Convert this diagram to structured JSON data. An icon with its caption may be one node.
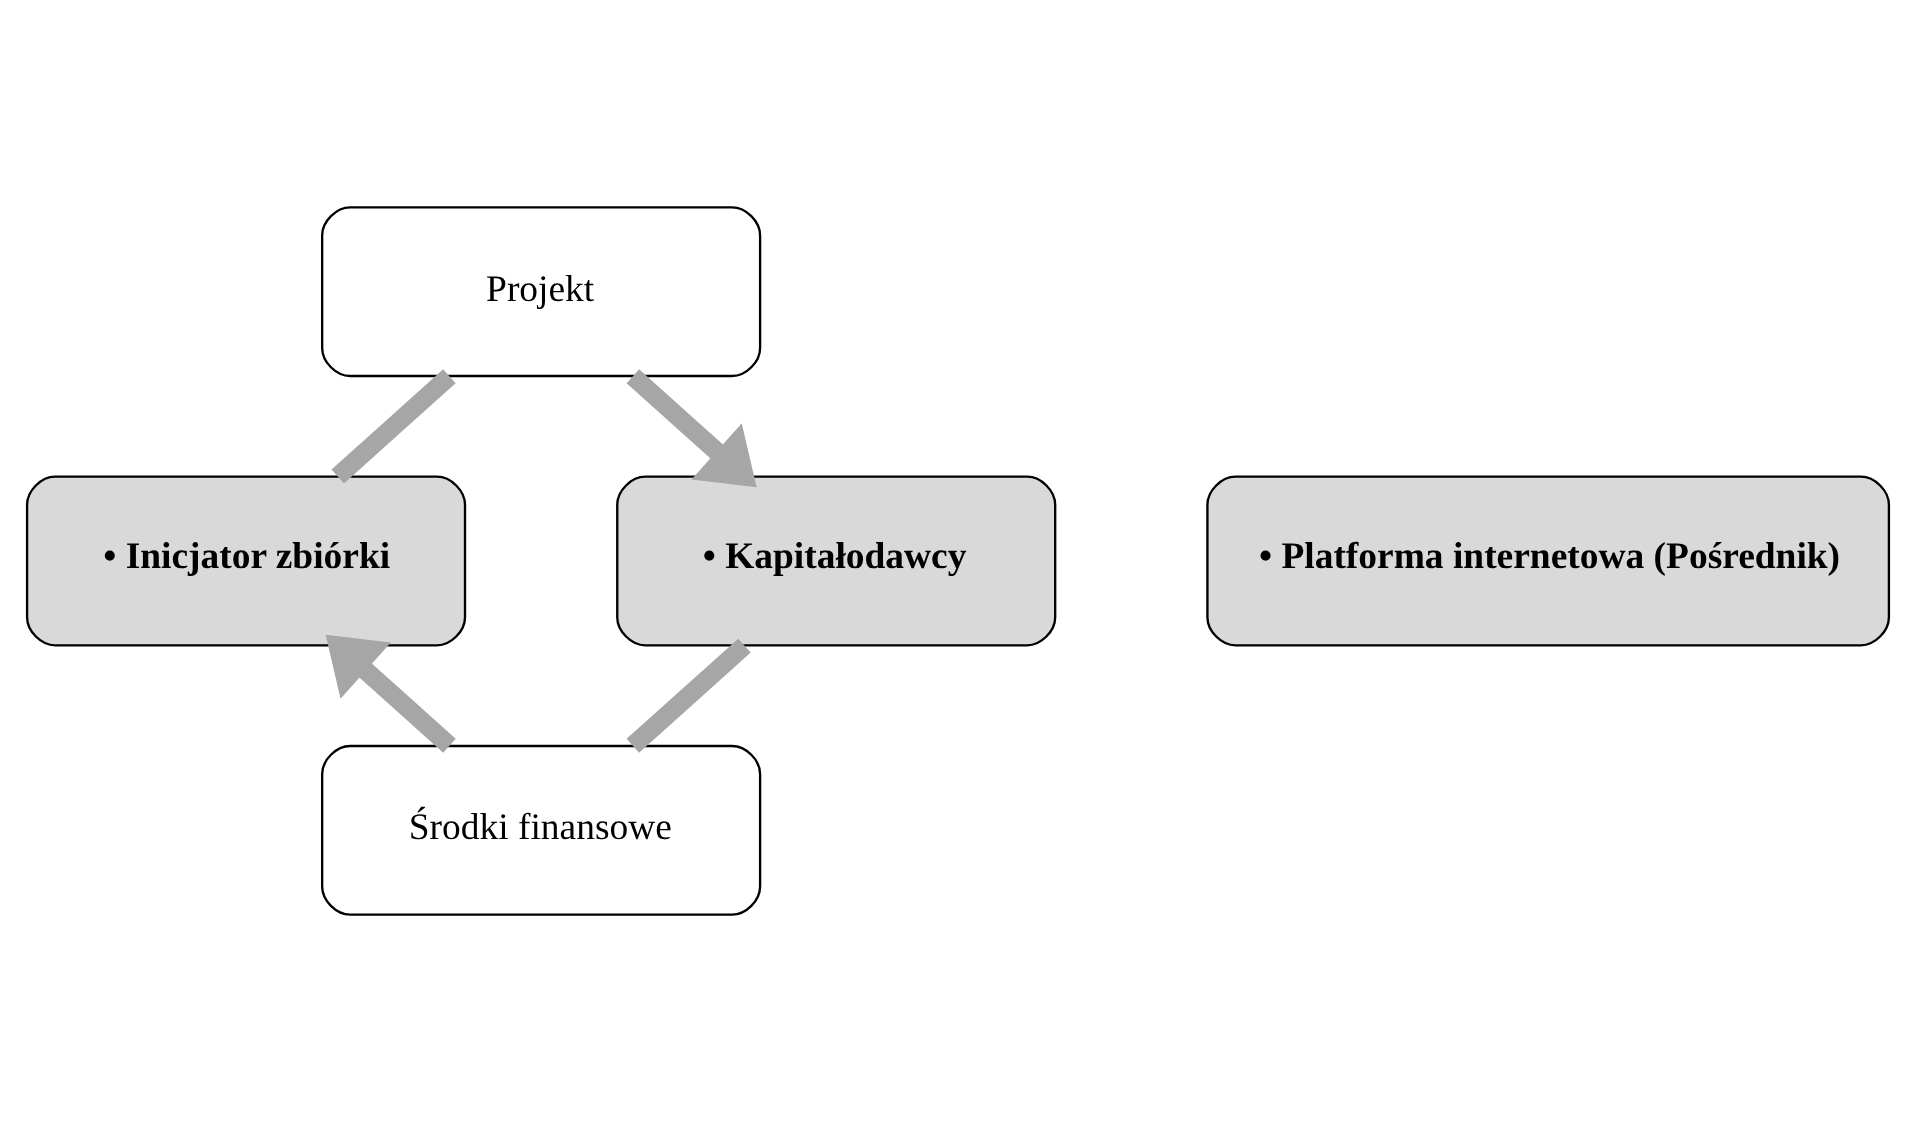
{
  "diagram": {
    "nodes": [
      {
        "text": [
          "Projekt"
        ]
      },
      {
        "text": [
          "• Inicjator zbiórki"
        ]
      },
      {
        "text": [
          "• Platforma internetowa (Pośrednik)"
        ]
      },
      {
        "text": [
          "• Kapitałodawcy"
        ]
      },
      {
        "text": [
          "Środki finansowe"
        ]
      }
    ],
    "edges": [
      {
        "from": 1,
        "to": 0,
        "arrow": "none"
      },
      {
        "from": 0,
        "to": 3,
        "arrow": "to"
      },
      {
        "from": 3,
        "to": 4,
        "arrow": "none"
      },
      {
        "from": 4,
        "to": 1,
        "arrow": "to"
      }
    ]
  }
}
